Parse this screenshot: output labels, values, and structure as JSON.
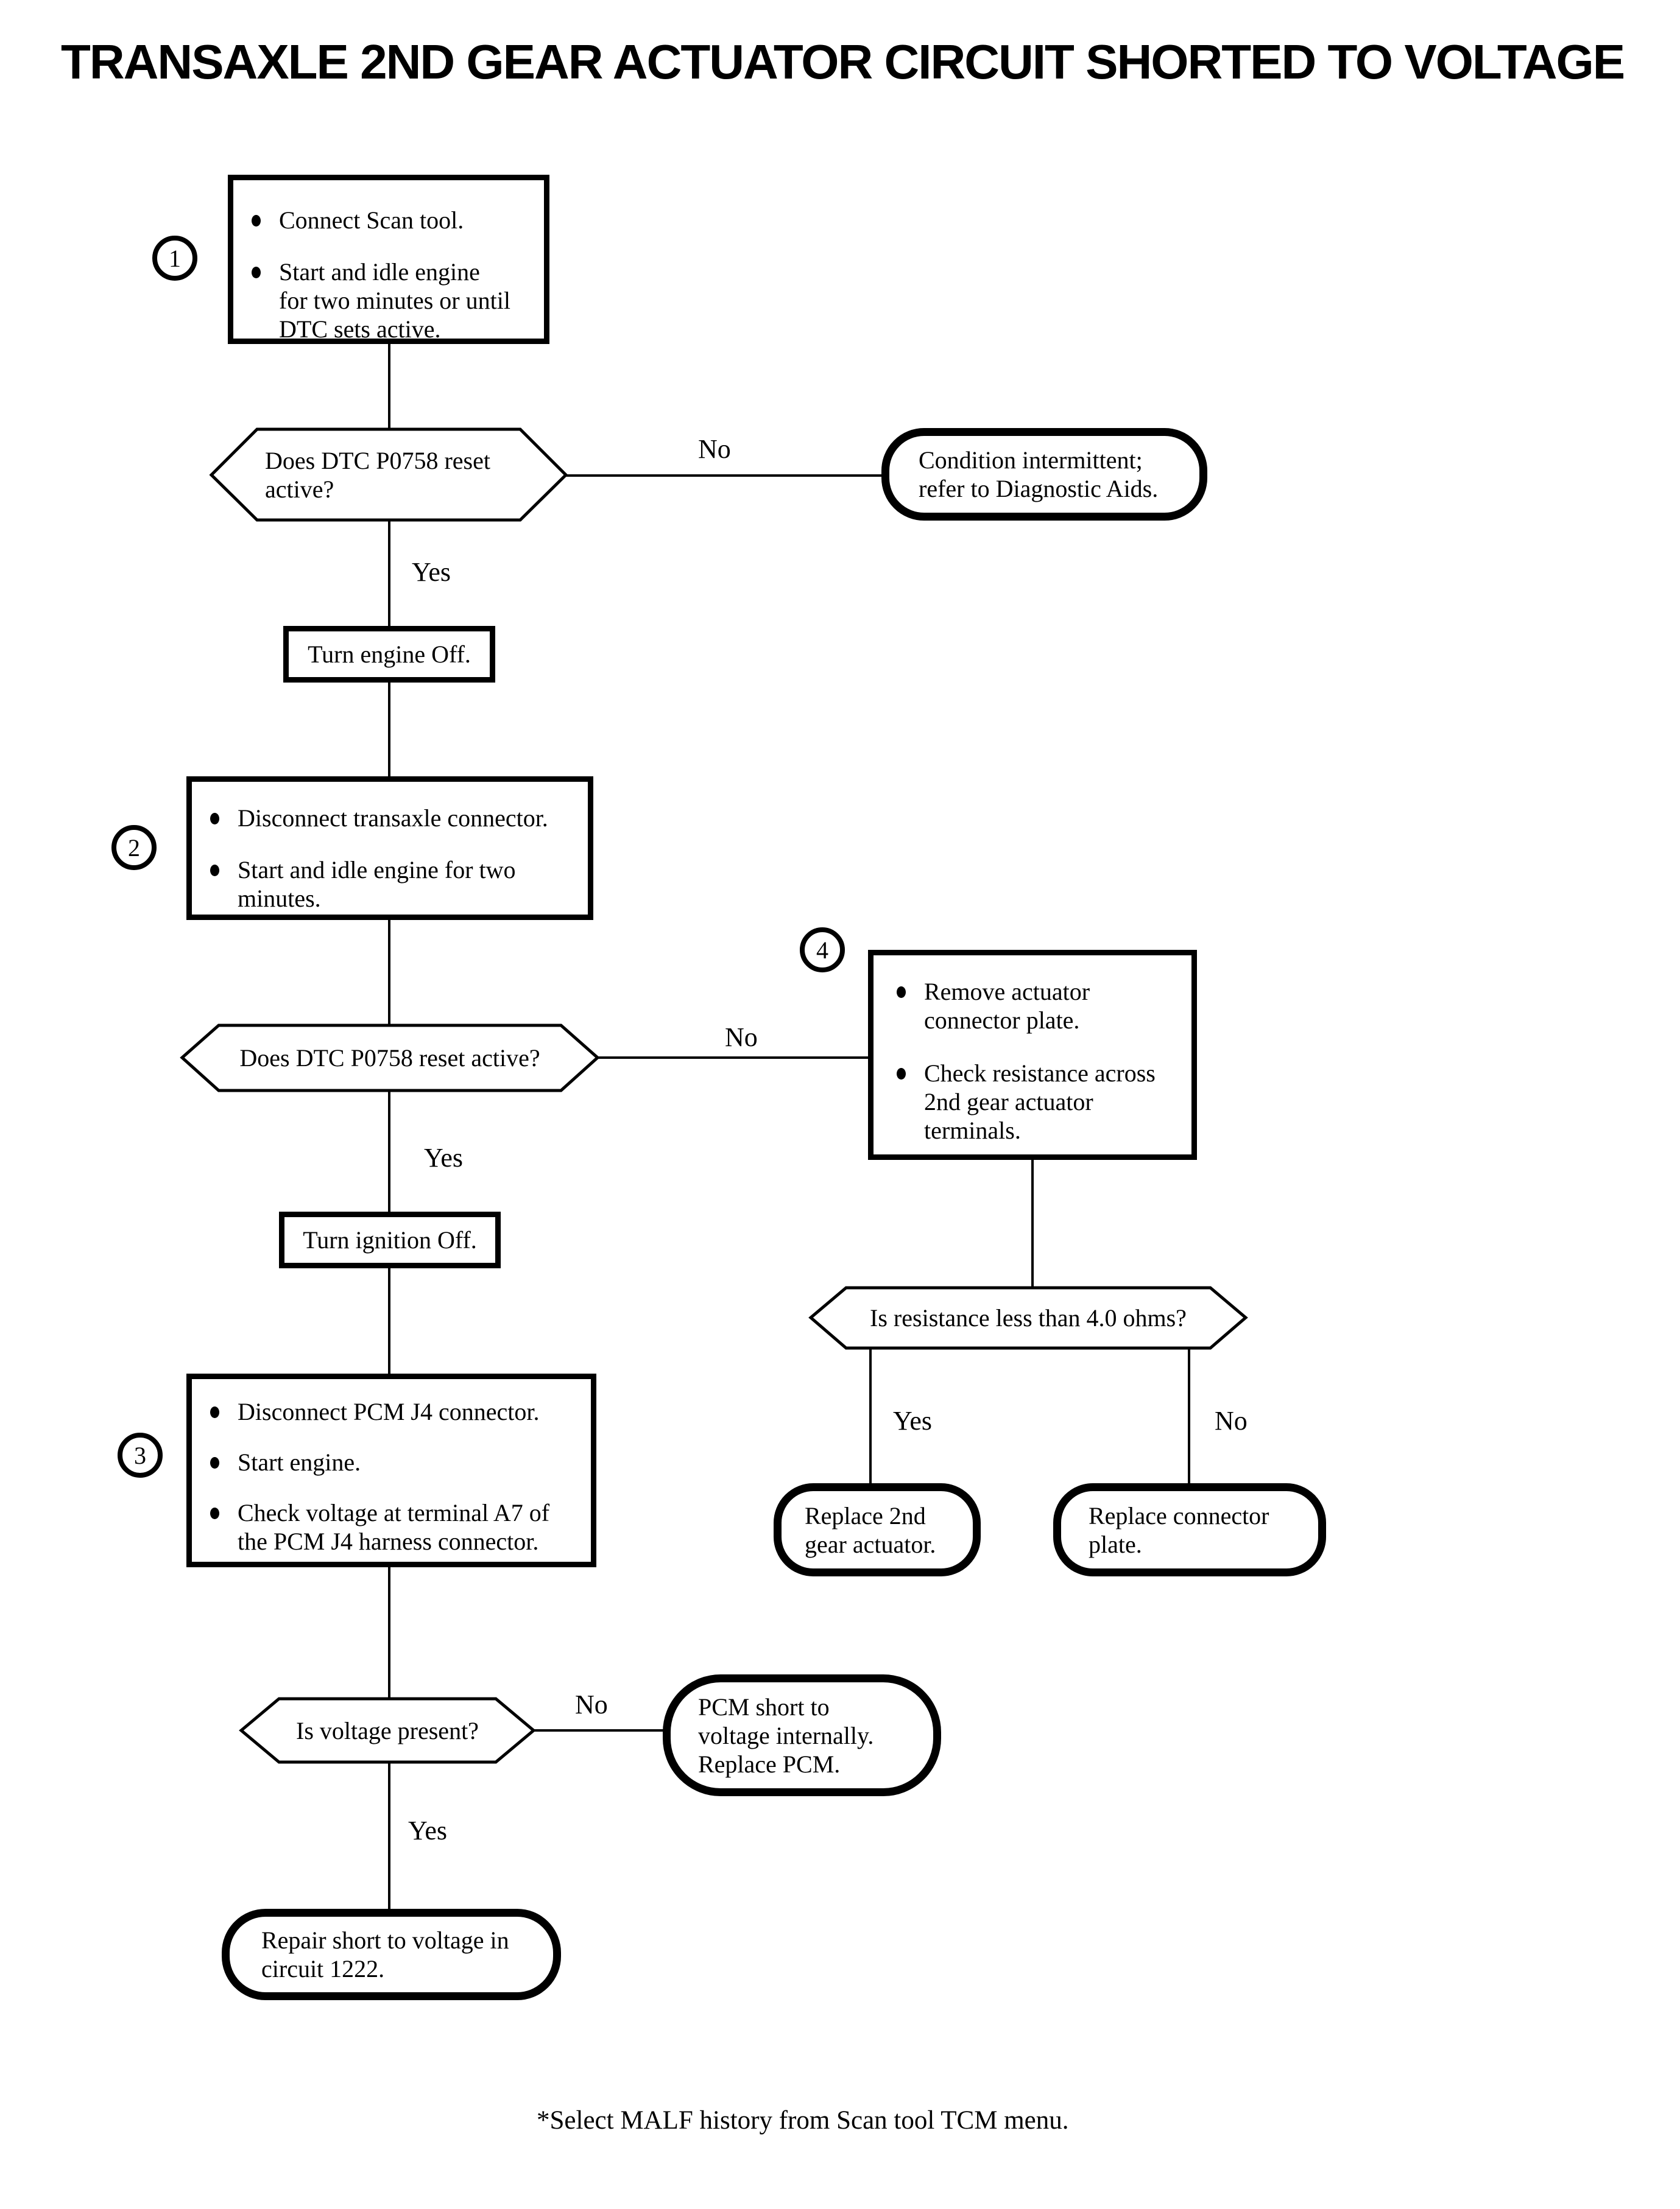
{
  "title": "TRANSAXLE 2ND GEAR ACTUATOR CIRCUIT SHORTED TO VOLTAGE",
  "footer_note": "*Select MALF history from Scan tool TCM menu.",
  "colors": {
    "ink": "#000000",
    "background": "#ffffff"
  },
  "edge_labels": {
    "yes": "Yes",
    "no": "No"
  },
  "step_markers": {
    "step1": "1",
    "step2": "2",
    "step3": "3",
    "step4": "4"
  },
  "nodes": {
    "step1_box": {
      "bullets": [
        {
          "lines": [
            "Connect Scan tool."
          ]
        },
        {
          "lines": [
            "Start and idle engine",
            "for two minutes or until",
            "DTC sets active."
          ]
        }
      ]
    },
    "decision_dtc_reset_1": {
      "lines": [
        "Does DTC P0758 reset",
        "active?"
      ]
    },
    "terminal_condition_intermittent": {
      "lines": [
        "Condition intermittent;",
        "refer to Diagnostic Aids."
      ]
    },
    "process_turn_engine_off": {
      "lines": [
        "Turn engine Off."
      ]
    },
    "step2_box": {
      "bullets": [
        {
          "lines": [
            "Disconnect transaxle connector."
          ]
        },
        {
          "lines": [
            "Start and idle engine for two",
            "minutes."
          ]
        }
      ]
    },
    "decision_dtc_reset_2": {
      "lines": [
        "Does DTC P0758 reset active?"
      ]
    },
    "step4_box": {
      "bullets": [
        {
          "lines": [
            "Remove actuator",
            "connector plate."
          ]
        },
        {
          "lines": [
            "Check resistance across",
            "2nd gear actuator",
            "terminals."
          ]
        }
      ]
    },
    "process_turn_ignition_off": {
      "lines": [
        "Turn ignition Off."
      ]
    },
    "decision_resistance": {
      "lines": [
        "Is resistance less than 4.0 ohms?"
      ]
    },
    "terminal_replace_actuator": {
      "lines": [
        "Replace 2nd",
        "gear actuator."
      ]
    },
    "terminal_replace_plate": {
      "lines": [
        "Replace connector",
        "plate."
      ]
    },
    "step3_box": {
      "bullets": [
        {
          "lines": [
            "Disconnect PCM J4 connector."
          ]
        },
        {
          "lines": [
            "Start engine."
          ]
        },
        {
          "lines": [
            "Check voltage at terminal A7 of",
            "the PCM J4 harness connector."
          ]
        }
      ]
    },
    "decision_voltage": {
      "lines": [
        "Is voltage present?"
      ]
    },
    "terminal_pcm_short": {
      "lines": [
        "PCM short to",
        "voltage internally.",
        "Replace PCM."
      ]
    },
    "terminal_repair_short": {
      "lines": [
        "Repair short to voltage in",
        "circuit 1222."
      ]
    }
  }
}
